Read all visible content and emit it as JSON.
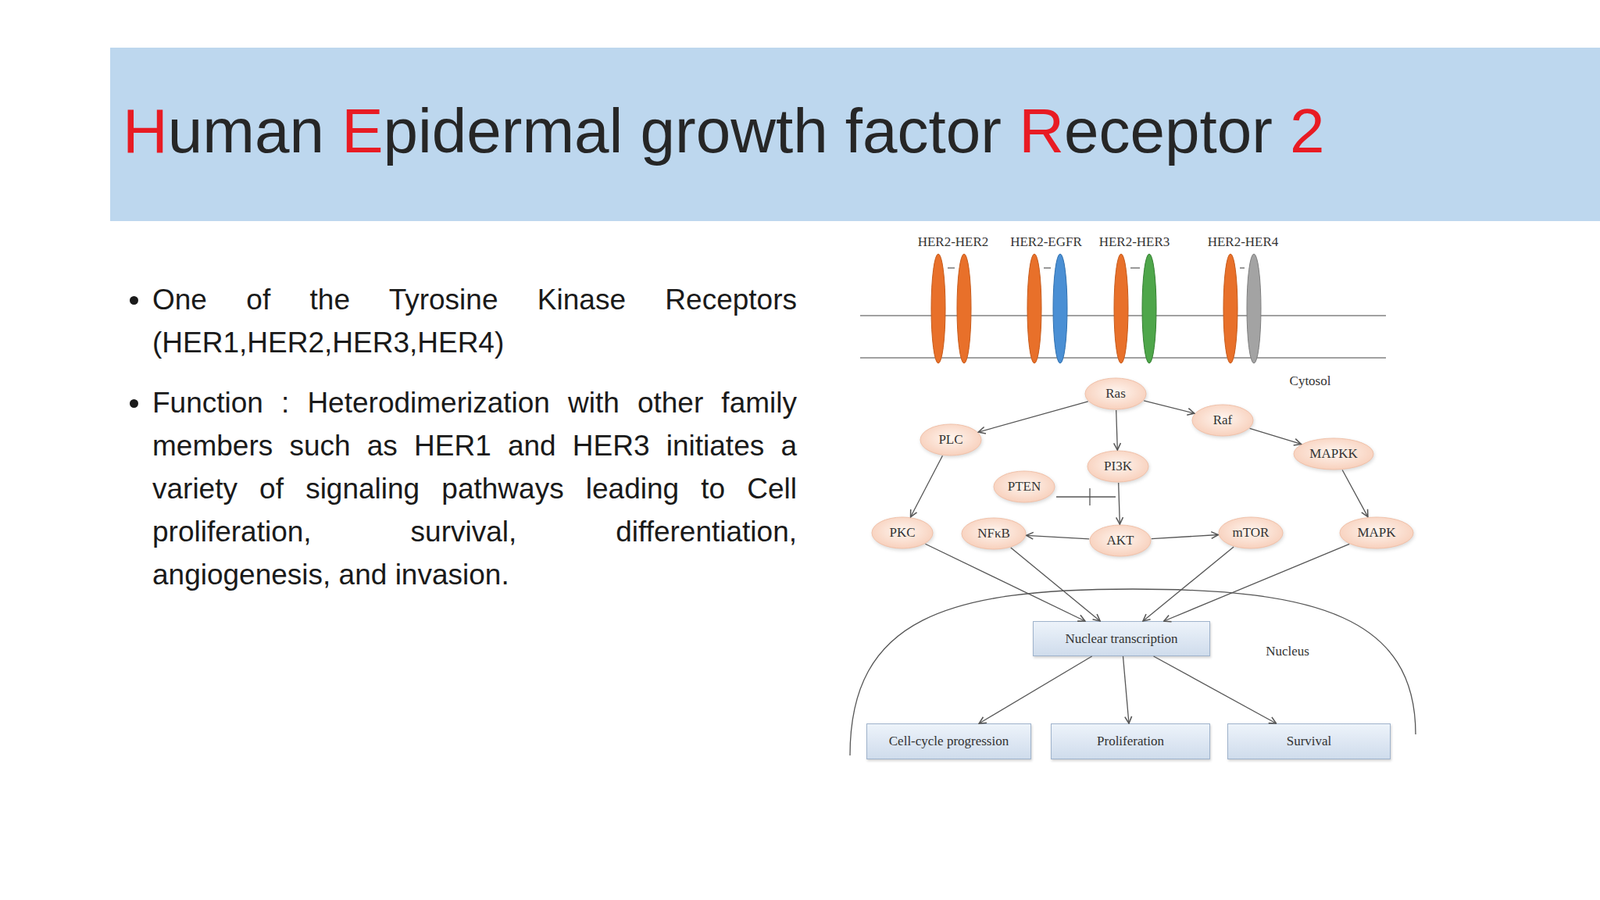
{
  "diagram": {
    "title": "Human Epidermal growth factor Receptor 2",
    "nodes": [
      {
        "text": [
          "Ras"
        ]
      },
      {
        "text": [
          "PLC"
        ]
      },
      {
        "text": [
          "Raf"
        ]
      },
      {
        "text": [
          "PI3K"
        ]
      },
      {
        "text": [
          "MAPKK"
        ]
      },
      {
        "text": [
          "PTEN"
        ]
      },
      {
        "text": [
          "PKC"
        ]
      },
      {
        "text": [
          "NFκB"
        ]
      },
      {
        "text": [
          "AKT"
        ]
      },
      {
        "text": [
          "mTOR"
        ]
      },
      {
        "text": [
          "MAPK"
        ]
      },
      {
        "text": [
          "Nucleus"
        ]
      },
      {
        "text": [
          "Nuclear transcription"
        ],
        "in": 11
      },
      {
        "text": [
          "Cell-cycle progression"
        ],
        "in": 11
      },
      {
        "text": [
          "Proliferation"
        ],
        "in": 11
      },
      {
        "text": [
          "Survival"
        ],
        "in": 11
      }
    ],
    "edges": [
      {
        "from": 0,
        "to": 1,
        "arrow": "to"
      },
      {
        "from": 0,
        "to": 2,
        "arrow": "to"
      },
      {
        "from": 0,
        "to": 3,
        "arrow": "to"
      },
      {
        "from": 2,
        "to": 4,
        "arrow": "to"
      },
      {
        "from": 4,
        "to": 10,
        "arrow": "to"
      },
      {
        "from": 1,
        "to": 6,
        "arrow": "to"
      },
      {
        "from": 3,
        "to": 8,
        "arrow": "to"
      },
      {
        "from": 8,
        "to": 7,
        "arrow": "to"
      },
      {
        "from": 8,
        "to": 9,
        "arrow": "to"
      },
      {
        "from": 6,
        "to": 12,
        "arrow": "to"
      },
      {
        "from": 7,
        "to": 12,
        "arrow": "to"
      },
      {
        "from": 9,
        "to": 12,
        "arrow": "to"
      },
      {
        "from": 10,
        "to": 12,
        "arrow": "to"
      },
      {
        "from": 12,
        "to": 13,
        "arrow": "to"
      },
      {
        "from": 12,
        "to": 14,
        "arrow": "to"
      },
      {
        "from": 12,
        "to": 15,
        "arrow": "to"
      }
    ],
    "labels": [
      "One of the Tyrosine Kinase Receptors (HER1,HER2,HER3,HER4)",
      "Function : Heterodimerization with other family members such as HER1 and HER3 initiates a variety of signaling pathways leading to Cell proliferation, survival, differentiation, angiogenesis, and invasion.",
      "HER2-HER2",
      "HER2-EGFR",
      "HER2-HER3",
      "HER2-HER4",
      "Cytosol"
    ]
  }
}
